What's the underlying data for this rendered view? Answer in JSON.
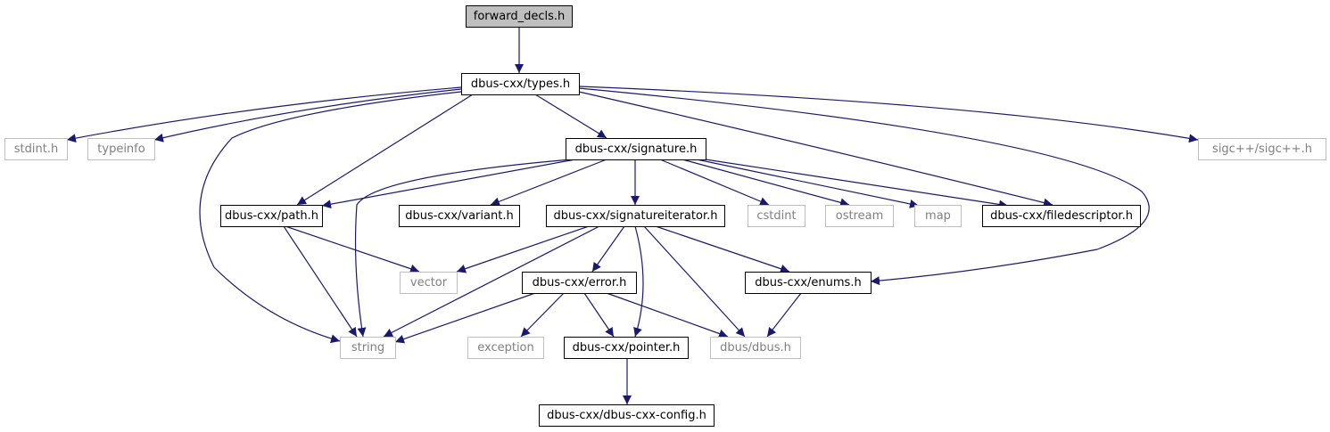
{
  "colors": {
    "edge": "#191970",
    "root_fill": "#bfbfbf",
    "internal_border": "#000000",
    "external_border": "#bfbfbf",
    "external_text": "#808080"
  },
  "graph": {
    "nodes": [
      {
        "id": "forward_decls",
        "label": "forward_decls.h",
        "kind": "root"
      },
      {
        "id": "types",
        "label": "dbus-cxx/types.h",
        "kind": "internal"
      },
      {
        "id": "stdint",
        "label": "stdint.h",
        "kind": "external"
      },
      {
        "id": "typeinfo",
        "label": "typeinfo",
        "kind": "external"
      },
      {
        "id": "signature",
        "label": "dbus-cxx/signature.h",
        "kind": "internal"
      },
      {
        "id": "sigcxx",
        "label": "sigc++/sigc++.h",
        "kind": "external"
      },
      {
        "id": "path",
        "label": "dbus-cxx/path.h",
        "kind": "internal"
      },
      {
        "id": "variant",
        "label": "dbus-cxx/variant.h",
        "kind": "internal"
      },
      {
        "id": "sigiter",
        "label": "dbus-cxx/signatureiterator.h",
        "kind": "internal"
      },
      {
        "id": "cstdint",
        "label": "cstdint",
        "kind": "external"
      },
      {
        "id": "ostream",
        "label": "ostream",
        "kind": "external"
      },
      {
        "id": "map",
        "label": "map",
        "kind": "external"
      },
      {
        "id": "filedesc",
        "label": "dbus-cxx/filedescriptor.h",
        "kind": "internal"
      },
      {
        "id": "vector",
        "label": "vector",
        "kind": "external"
      },
      {
        "id": "error",
        "label": "dbus-cxx/error.h",
        "kind": "internal"
      },
      {
        "id": "enums",
        "label": "dbus-cxx/enums.h",
        "kind": "internal"
      },
      {
        "id": "string",
        "label": "string",
        "kind": "external"
      },
      {
        "id": "exception",
        "label": "exception",
        "kind": "external"
      },
      {
        "id": "pointer",
        "label": "dbus-cxx/pointer.h",
        "kind": "internal"
      },
      {
        "id": "dbus",
        "label": "dbus/dbus.h",
        "kind": "external"
      },
      {
        "id": "config",
        "label": "dbus-cxx/dbus-cxx-config.h",
        "kind": "internal"
      }
    ],
    "edges": [
      {
        "from": "forward_decls",
        "to": "types"
      },
      {
        "from": "types",
        "to": "stdint"
      },
      {
        "from": "types",
        "to": "typeinfo"
      },
      {
        "from": "types",
        "to": "string"
      },
      {
        "from": "types",
        "to": "path"
      },
      {
        "from": "types",
        "to": "signature"
      },
      {
        "from": "types",
        "to": "filedesc"
      },
      {
        "from": "types",
        "to": "enums"
      },
      {
        "from": "types",
        "to": "sigcxx"
      },
      {
        "from": "signature",
        "to": "string"
      },
      {
        "from": "signature",
        "to": "path"
      },
      {
        "from": "signature",
        "to": "variant"
      },
      {
        "from": "signature",
        "to": "sigiter"
      },
      {
        "from": "signature",
        "to": "cstdint"
      },
      {
        "from": "signature",
        "to": "ostream"
      },
      {
        "from": "signature",
        "to": "map"
      },
      {
        "from": "signature",
        "to": "filedesc"
      },
      {
        "from": "path",
        "to": "vector"
      },
      {
        "from": "path",
        "to": "string"
      },
      {
        "from": "sigiter",
        "to": "vector"
      },
      {
        "from": "sigiter",
        "to": "string"
      },
      {
        "from": "sigiter",
        "to": "error"
      },
      {
        "from": "sigiter",
        "to": "pointer"
      },
      {
        "from": "sigiter",
        "to": "dbus"
      },
      {
        "from": "sigiter",
        "to": "enums"
      },
      {
        "from": "error",
        "to": "string"
      },
      {
        "from": "error",
        "to": "exception"
      },
      {
        "from": "error",
        "to": "pointer"
      },
      {
        "from": "error",
        "to": "dbus"
      },
      {
        "from": "enums",
        "to": "dbus"
      },
      {
        "from": "pointer",
        "to": "config"
      }
    ]
  }
}
